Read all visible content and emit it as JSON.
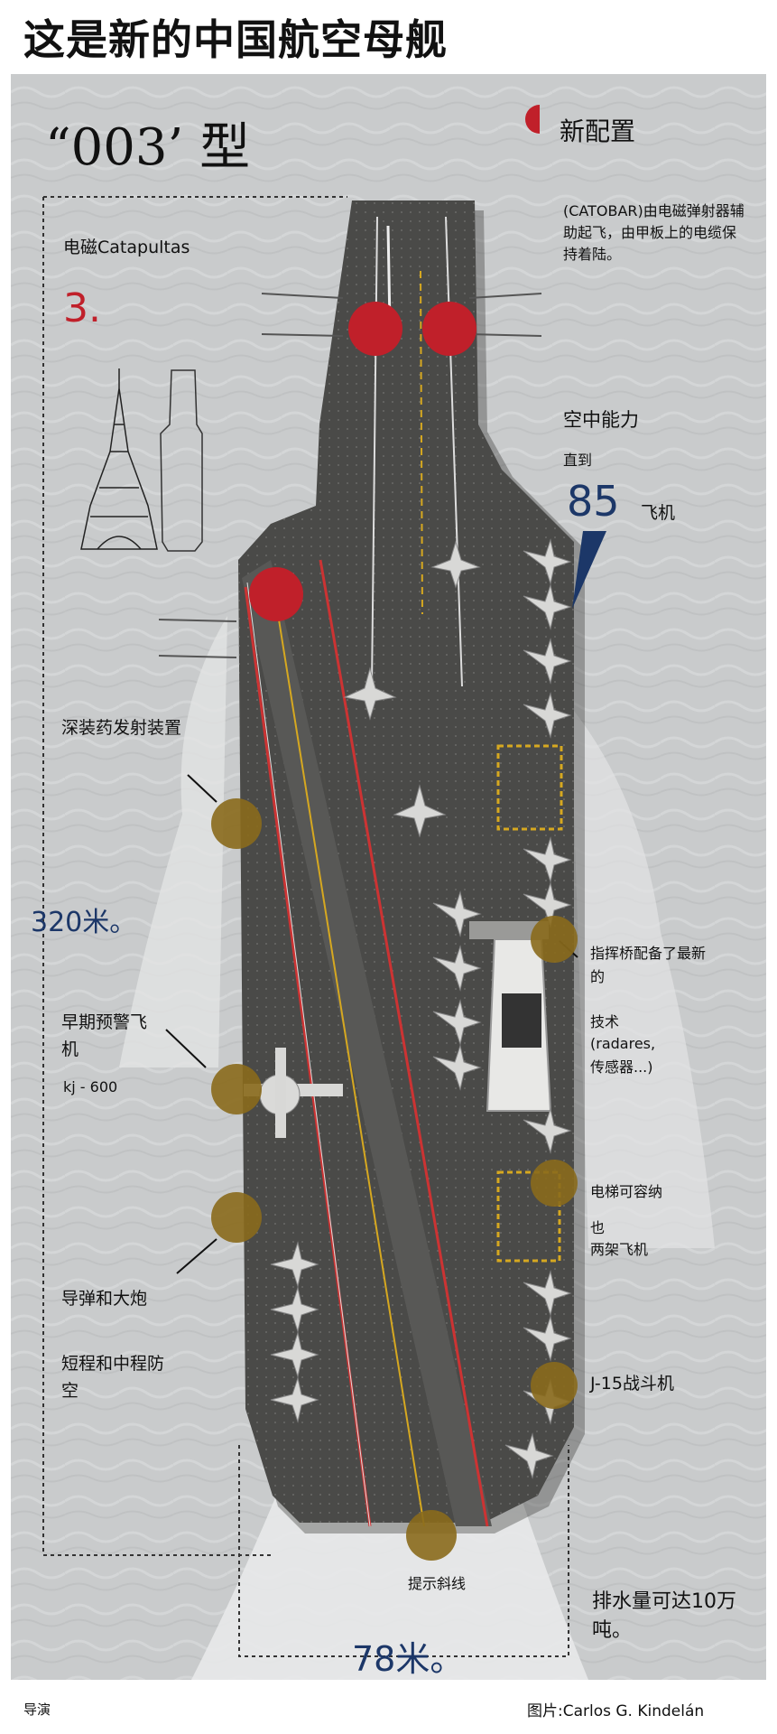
{
  "title": "这是新的中国航空母舰",
  "model": "“003’ 型",
  "legend": {
    "label": "新配置",
    "color": "#c0202a"
  },
  "catapults": {
    "title": "电磁Catapultas",
    "count": "3."
  },
  "catobar_note": [
    "(CATOBAR)由电磁弹射器辅",
    "助起飞，由甲板上的电缆保",
    "持着陆。"
  ],
  "air_capacity": {
    "title": "空中能力",
    "prefix": "直到",
    "count": "85",
    "unit": "飞机"
  },
  "deep_charge": "深装药发射装置",
  "length": "320米。",
  "early_warning": {
    "line1": "早期预警飞",
    "line2": "机",
    "model": "kj - 600"
  },
  "missiles": {
    "title": "导弹和大炮",
    "line1": "短程和中程防",
    "line2": "空"
  },
  "bridge": {
    "line1": "指挥桥配备了最新",
    "line2": "的",
    "line3": "技术",
    "line4": "(radares,",
    "line5": "传感器...)"
  },
  "elevator": {
    "line1": "电梯可容纳",
    "line2": "也",
    "line3": "两架飞机"
  },
  "fighter": "J-15战斗机",
  "guide_line": "提示斜线",
  "displacement": {
    "line1": "排水量可达10万",
    "line2": "吨。"
  },
  "width": "78米。",
  "footer": {
    "left": "导演",
    "right": "图片:Carlos G. Kindelán"
  },
  "colors": {
    "new_config": "#c0202a",
    "equipment": "#8a6a1c",
    "accent_blue": "#1c3768",
    "deck": "#4a4a48",
    "sea": "#c9cbcc"
  }
}
